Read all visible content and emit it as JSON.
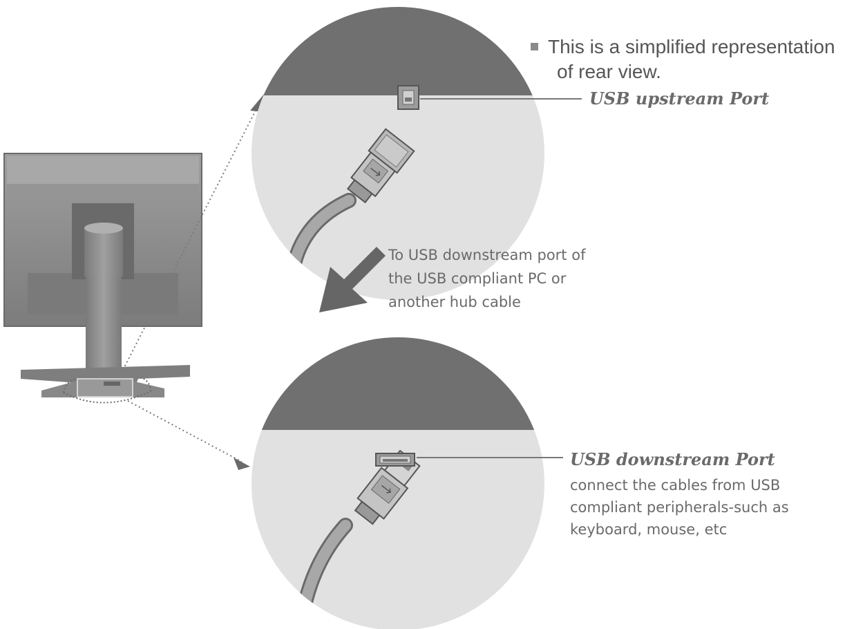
{
  "note": {
    "line1": "This is a simplified representation",
    "line2": "of rear view."
  },
  "upstream": {
    "label": "USB upstream Port"
  },
  "direction": {
    "text_lines": [
      "To USB downstream port of",
      "the USB compliant PC or",
      "another hub cable"
    ]
  },
  "downstream": {
    "label": "USB downstream Port",
    "desc_lines": [
      "connect the cables from USB",
      "compliant peripherals-such as",
      "keyboard, mouse, etc"
    ]
  },
  "colors": {
    "panel_dark": "#707070",
    "panel_light": "#e2e2e2",
    "cable": "#9a9a9a",
    "monitor_body": "#8c8c8c",
    "monitor_dark": "#6e6e6e",
    "text": "#6a6a6a"
  }
}
